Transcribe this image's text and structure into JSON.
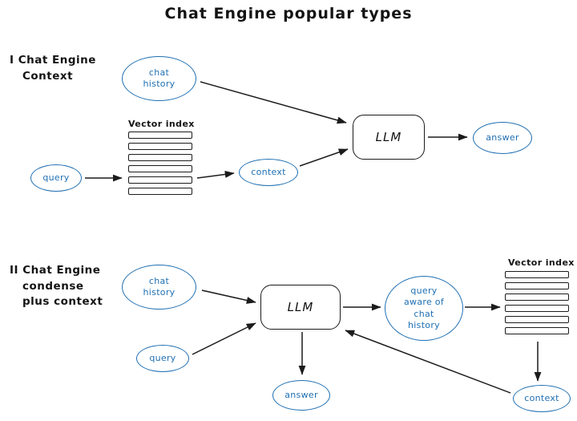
{
  "title": "Chat Engine popular types",
  "colors": {
    "accent": "#1f6fb2",
    "ink": "#1b1b1b"
  },
  "section1": {
    "label_line1": "I Chat Engine",
    "label_line2": "Context",
    "chat_history": "chat history",
    "vector_index_label": "Vector index",
    "query": "query",
    "context": "context",
    "llm": "LLM",
    "answer": "answer"
  },
  "section2": {
    "label_line1": "II Chat Engine",
    "label_line2": "condense",
    "label_line3": "plus context",
    "chat_history": "chat history",
    "query": "query",
    "llm": "LLM",
    "answer": "answer",
    "query_aware": "query aware of chat history",
    "vector_index_label": "Vector index",
    "context": "context"
  }
}
